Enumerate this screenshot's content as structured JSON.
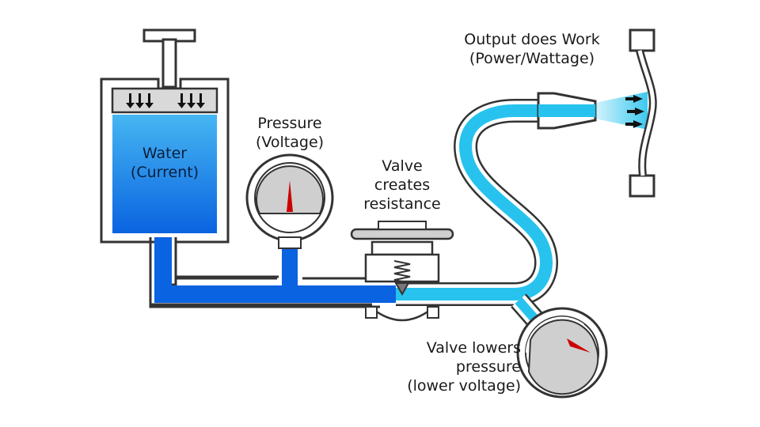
{
  "labels": {
    "water": [
      "Water",
      "(Current)"
    ],
    "pressure": [
      "Pressure",
      "(Voltage)"
    ],
    "valve": [
      "Valve",
      "creates",
      "resistance"
    ],
    "output": [
      "Output does Work",
      "(Power/Wattage)"
    ],
    "lower": [
      "Valve lowers",
      "pressure",
      "(lower voltage)"
    ]
  },
  "colors": {
    "high_pressure_water": "#0a63e0",
    "low_pressure_water": "#27c3ee",
    "pipe_outline": "#333333",
    "gauge_face": "#cfcfcf",
    "needle": "#cc0000"
  },
  "gauges": {
    "high": {
      "needle_level": 0.55
    },
    "low": {
      "needle_level": 0.35
    }
  }
}
